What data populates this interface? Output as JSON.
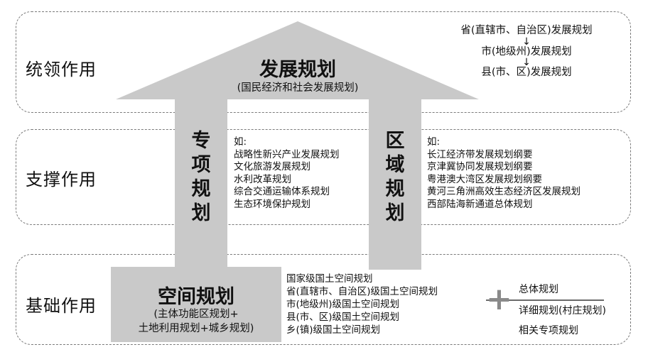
{
  "bands": {
    "lead": "统领作用",
    "support": "支撑作用",
    "base": "基础作用"
  },
  "dev_plan": {
    "title": "发展规划",
    "subtitle": "(国民经济和社会发展规划)"
  },
  "hierarchy": [
    "省(直辖市、自治区)发展规划",
    "市(地级州)发展规划",
    "县(市、区)发展规划"
  ],
  "special_plan": {
    "title_chars": [
      "专",
      "项",
      "规",
      "划"
    ],
    "examples_label": "如:",
    "examples": [
      "战略性新兴产业发展规划",
      "文化旅游发展规划",
      "水利改革规划",
      "综合交通运输体系规划",
      "生态环境保护规划"
    ]
  },
  "regional_plan": {
    "title_chars": [
      "区",
      "域",
      "规",
      "划"
    ],
    "examples_label": "如:",
    "examples": [
      "长江经济带发展规划纲要",
      "京津冀协同发展规划纲要",
      "粤港澳大湾区发展规划纲要",
      "黄河三角洲高效生态经济区发展规划",
      "西部陆海新通道总体规划"
    ]
  },
  "spatial_plan": {
    "title": "空间规划",
    "subtitle_line1": "(主体功能区规划+",
    "subtitle_line2": "土地利用规划+城乡规划)",
    "levels": [
      "国家级国土空间规划",
      "省(直辖市、自治区)级国土空间规划",
      "市(地级州)级国土空间规划",
      "县(市、区)级国土空间规划",
      "乡(镇)级国土空间规划"
    ],
    "plus": "+",
    "addons": [
      "总体规划",
      "详细规划(村庄规划)",
      "相关专项规划"
    ]
  },
  "colors": {
    "house_fill": "#c9c9c9",
    "band_border": "#7a7a7a"
  }
}
